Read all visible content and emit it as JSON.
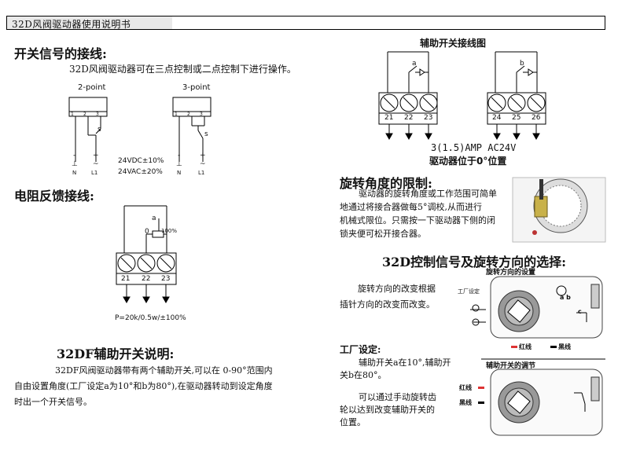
{
  "header": {
    "title": "32D风阀驱动器使用说明书"
  },
  "switch_signal": {
    "title": "开关信号的接线:",
    "desc": "32D风阀驱动器可在三点控制或二点控制下进行操作。",
    "label_2point": "2-point",
    "label_3point": "3-point",
    "terminals": [
      "1",
      "2",
      "3"
    ],
    "minus": "-",
    "plus": "+",
    "n": "N",
    "l1": "L1",
    "tilde": "~",
    "contact": "s",
    "voltage_dc": "24VDC±10%",
    "voltage_ac": "24VAC±20%"
  },
  "resistance": {
    "title": "电阻反馈接线:",
    "terminals": [
      "21",
      "22",
      "23"
    ],
    "a": "a",
    "zero": "0",
    "hundred": "100%",
    "spec": "P=20k/0.5w/±100%"
  },
  "aux_switch": {
    "title": "32DF辅助开关说明:",
    "line1": "32DF风阀驱动器带有两个辅助开关,可以在 0-90°范围内",
    "line2": "自由设置角度(工厂设定a为10°和b为80°),在驱动器转动到设定角度",
    "line3": "时出一个开关信号。"
  },
  "aux_wiring": {
    "title": "辅助开关接线图",
    "left_terminals": [
      "21",
      "22",
      "23"
    ],
    "right_terminals": [
      "24",
      "25",
      "26"
    ],
    "a": "a",
    "b": "b",
    "rating": "3(1.5)AMP  AC24V",
    "position": "驱动器位于0°位置"
  },
  "rotation_limit": {
    "title": "旋转角度的限制:",
    "line1": "驱动器的旋转角度或工作范围可简单",
    "line2": "地通过将接合器做每5°调校,从而进行",
    "line3": "机械式限位。只需按一下驱动器下侧的闭",
    "line4": "锁夹便可松开接合器。"
  },
  "control_signal": {
    "title": "32D控制信号及旋转方向的选择:",
    "dir_setting": "旋转方向的设置",
    "desc1": "旋转方向的改变根据",
    "desc2": "插针方向的改变而改变。",
    "factory_label": "工厂设定",
    "red_wire": "红线",
    "black_wire": "黑线",
    "ab": "a b",
    "c": "c"
  },
  "factory": {
    "title": "工厂设定:",
    "line1": "辅助开关a在10°,辅助开",
    "line2": "关b在80°。",
    "line3": "可以通过手动旋转齿",
    "line4": "轮以达到改变辅助开关的",
    "line5": "位置。"
  },
  "aux_adjust": {
    "title": "辅助开关的调节",
    "red_wire": "红线",
    "black_wire": "黑线"
  }
}
